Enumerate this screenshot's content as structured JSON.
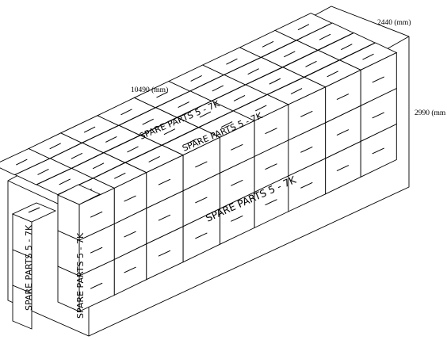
{
  "container": {
    "length_label": "10490 (mm)",
    "width_label": "2440 (mm)",
    "height_label": "2990 (mm",
    "length_mm": 10490,
    "width_mm": 2440,
    "height_mm": 2990
  },
  "cargo": {
    "label": "SPARE PARTS 5 - 7K",
    "label_top_1": "SPARE PARTS 5 - 7K",
    "label_top_2": "SPARE PARTS 5 - 7K",
    "label_front": "SPARE PARTS 5 - 7K",
    "label_end_outer": "SPARE PARTS 5 - 7K",
    "label_end_inner": "SPARE PARTS 5 - 7K",
    "stack_layers": 3
  },
  "style": {
    "line_color": "#000000",
    "background": "#ffffff"
  }
}
